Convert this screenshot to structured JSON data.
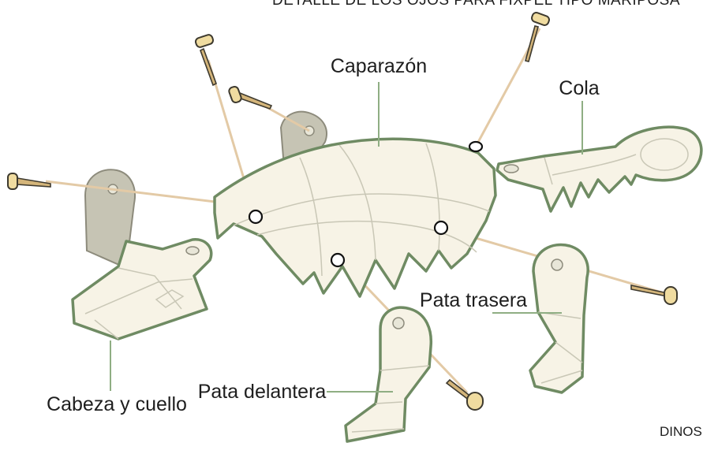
{
  "diagram": {
    "title": "DETALLE DE LOS OJOS PARA FIXPEL TIPO MARIPOSA",
    "corner_text": "DINOS",
    "labels": {
      "shell": "Caparazón",
      "tail": "Cola",
      "head_neck": "Cabeza y cuello",
      "front_leg": "Pata delantera",
      "back_leg": "Pata trasera"
    },
    "colors": {
      "outline": "#6f8b63",
      "fill": "#f7f3e6",
      "connector": "#e3caa6",
      "background_plates": "#c6c4b4"
    }
  }
}
